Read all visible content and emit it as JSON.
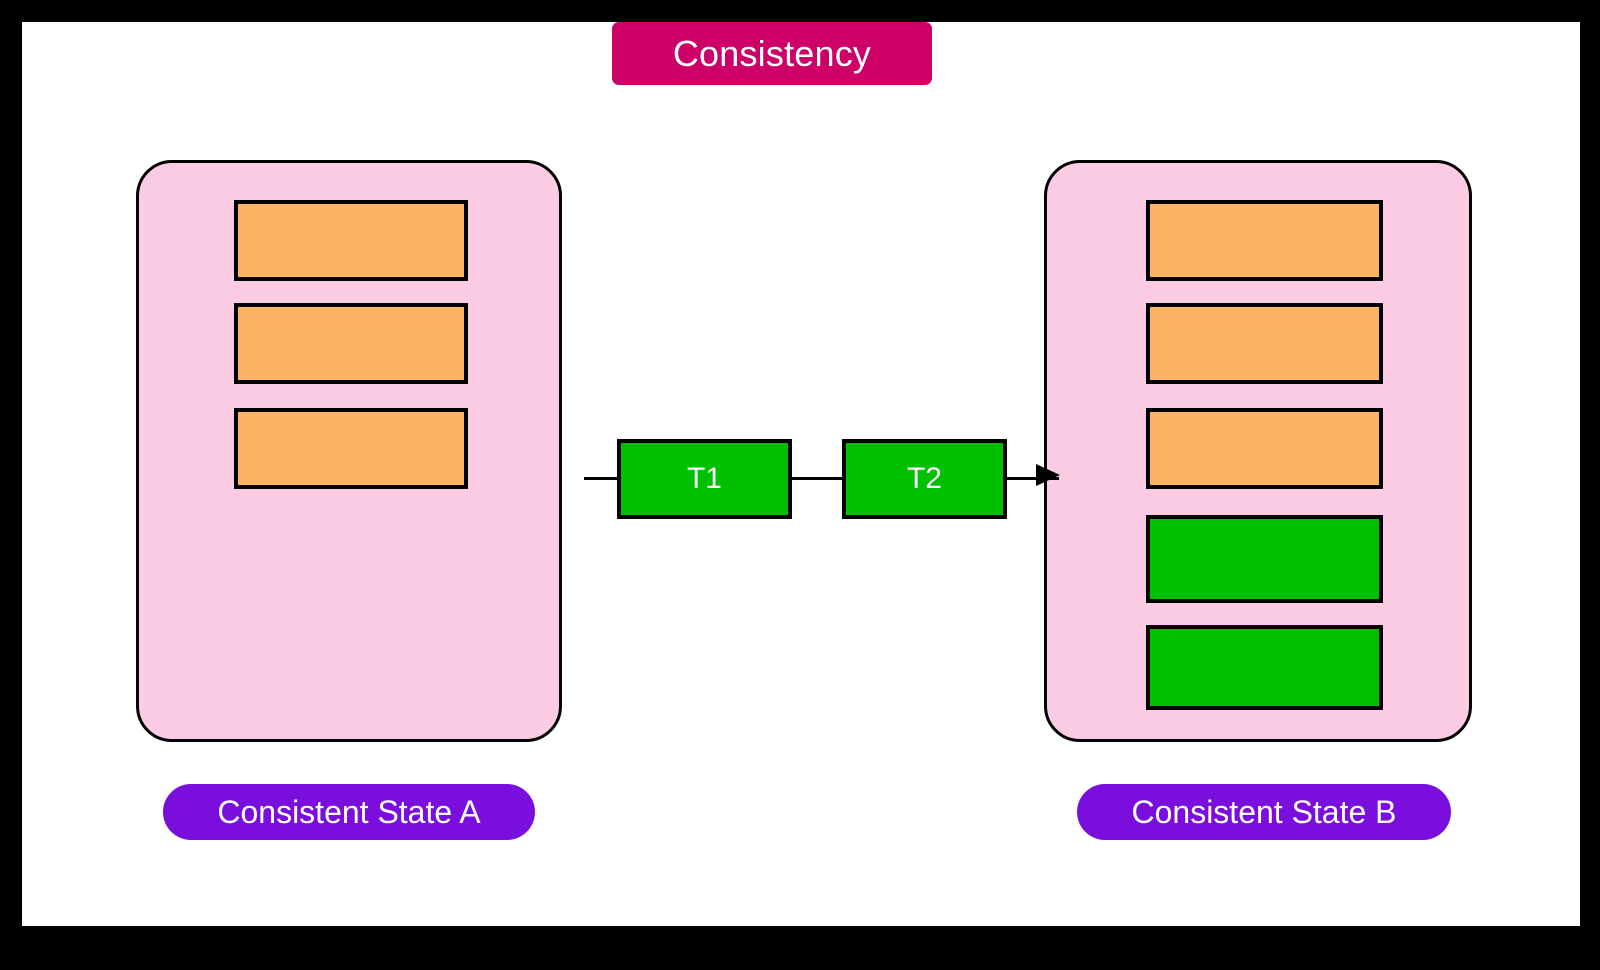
{
  "title": {
    "text": "Consistency",
    "badge_color": "#cc0066",
    "text_color": "#ffffff"
  },
  "colors": {
    "frame": "#000000",
    "canvas": "#ffffff",
    "state_container": "#fbcce4",
    "existing_record": "#fbb263",
    "new_record": "#00c000",
    "transaction": "#00c000",
    "state_label": "#7a0edc",
    "stroke": "#000000"
  },
  "states": {
    "a": {
      "label": "Consistent State A",
      "records": [
        {
          "kind": "existing-record",
          "color": "#fbb263"
        },
        {
          "kind": "existing-record",
          "color": "#fbb263"
        },
        {
          "kind": "existing-record",
          "color": "#fbb263"
        }
      ]
    },
    "b": {
      "label": "Consistent State B",
      "records": [
        {
          "kind": "existing-record",
          "color": "#fbb263"
        },
        {
          "kind": "existing-record",
          "color": "#fbb263"
        },
        {
          "kind": "existing-record",
          "color": "#fbb263"
        },
        {
          "kind": "new-record",
          "color": "#00c000"
        },
        {
          "kind": "new-record",
          "color": "#00c000"
        }
      ]
    }
  },
  "transactions": [
    {
      "id": "t1",
      "label": "T1"
    },
    {
      "id": "t2",
      "label": "T2"
    }
  ],
  "flow": {
    "direction": "left-to-right",
    "arrow": "arrow-right-icon"
  }
}
